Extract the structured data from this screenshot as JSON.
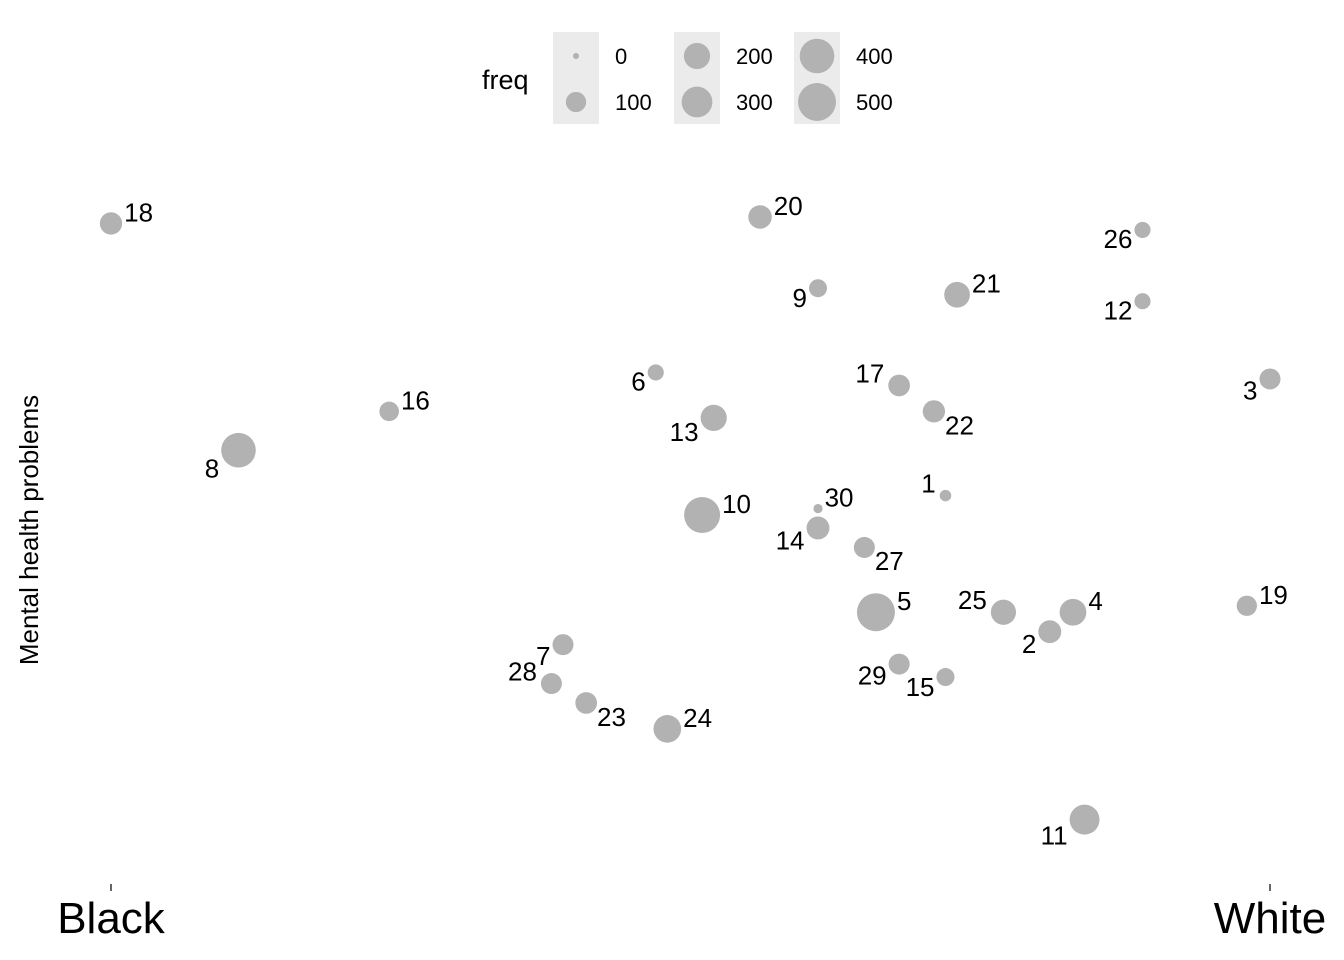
{
  "chart_data": {
    "type": "scatter",
    "ylabel": "Mental health problems",
    "x_ticks": [
      "Black",
      "White"
    ],
    "xlim": [
      0,
      1
    ],
    "ylim": [
      0,
      1
    ],
    "point_color": "#b2b2b2",
    "background": "#ffffff",
    "grid": false,
    "legend": {
      "title": "freq",
      "placement": "top",
      "key_background": "#ebebeb",
      "entries": [
        {
          "label": "0",
          "value": 0
        },
        {
          "label": "100",
          "value": 100
        },
        {
          "label": "200",
          "value": 200
        },
        {
          "label": "300",
          "value": 300
        },
        {
          "label": "400",
          "value": 400
        },
        {
          "label": "500",
          "value": 500
        }
      ]
    },
    "points": [
      {
        "label": "1",
        "x": 0.72,
        "y": 0.55,
        "freq": 15,
        "label_pos": "left"
      },
      {
        "label": "2",
        "x": 0.81,
        "y": 0.34,
        "freq": 140,
        "label_pos": "below-left"
      },
      {
        "label": "3",
        "x": 1.0,
        "y": 0.73,
        "freq": 110,
        "label_pos": "below-left"
      },
      {
        "label": "4",
        "x": 0.83,
        "y": 0.37,
        "freq": 210,
        "label_pos": "right"
      },
      {
        "label": "5",
        "x": 0.66,
        "y": 0.37,
        "freq": 500,
        "label_pos": "right"
      },
      {
        "label": "6",
        "x": 0.47,
        "y": 0.74,
        "freq": 50,
        "label_pos": "below-left"
      },
      {
        "label": "7",
        "x": 0.39,
        "y": 0.32,
        "freq": 110,
        "label_pos": "below-left"
      },
      {
        "label": "8",
        "x": 0.11,
        "y": 0.62,
        "freq": 400,
        "label_pos": "below-left"
      },
      {
        "label": "9",
        "x": 0.61,
        "y": 0.87,
        "freq": 70,
        "label_pos": "below-left"
      },
      {
        "label": "10",
        "x": 0.51,
        "y": 0.52,
        "freq": 440,
        "label_pos": "right"
      },
      {
        "label": "11",
        "x": 0.84,
        "y": 0.05,
        "freq": 280,
        "label_pos": "below-left"
      },
      {
        "label": "12",
        "x": 0.89,
        "y": 0.85,
        "freq": 50,
        "label_pos": "below-left"
      },
      {
        "label": "13",
        "x": 0.52,
        "y": 0.67,
        "freq": 200,
        "label_pos": "below-left"
      },
      {
        "label": "14",
        "x": 0.61,
        "y": 0.5,
        "freq": 140,
        "label_pos": "below-left"
      },
      {
        "label": "15",
        "x": 0.72,
        "y": 0.27,
        "freq": 70,
        "label_pos": "below-left"
      },
      {
        "label": "16",
        "x": 0.24,
        "y": 0.68,
        "freq": 90,
        "label_pos": "right"
      },
      {
        "label": "17",
        "x": 0.68,
        "y": 0.72,
        "freq": 120,
        "label_pos": "left"
      },
      {
        "label": "18",
        "x": 0.0,
        "y": 0.97,
        "freq": 130,
        "label_pos": "right"
      },
      {
        "label": "19",
        "x": 0.98,
        "y": 0.38,
        "freq": 100,
        "label_pos": "right"
      },
      {
        "label": "20",
        "x": 0.56,
        "y": 0.98,
        "freq": 150,
        "label_pos": "right"
      },
      {
        "label": "21",
        "x": 0.73,
        "y": 0.86,
        "freq": 190,
        "label_pos": "right"
      },
      {
        "label": "22",
        "x": 0.71,
        "y": 0.68,
        "freq": 130,
        "label_pos": "below-right"
      },
      {
        "label": "23",
        "x": 0.41,
        "y": 0.23,
        "freq": 120,
        "label_pos": "below-right"
      },
      {
        "label": "24",
        "x": 0.48,
        "y": 0.19,
        "freq": 230,
        "label_pos": "right"
      },
      {
        "label": "25",
        "x": 0.77,
        "y": 0.37,
        "freq": 180,
        "label_pos": "left"
      },
      {
        "label": "26",
        "x": 0.89,
        "y": 0.96,
        "freq": 50,
        "label_pos": "below-left"
      },
      {
        "label": "27",
        "x": 0.65,
        "y": 0.47,
        "freq": 110,
        "label_pos": "below-right"
      },
      {
        "label": "28",
        "x": 0.38,
        "y": 0.26,
        "freq": 110,
        "label_pos": "left"
      },
      {
        "label": "29",
        "x": 0.68,
        "y": 0.29,
        "freq": 110,
        "label_pos": "below-left"
      },
      {
        "label": "30",
        "x": 0.61,
        "y": 0.53,
        "freq": 5,
        "label_pos": "right"
      }
    ]
  }
}
